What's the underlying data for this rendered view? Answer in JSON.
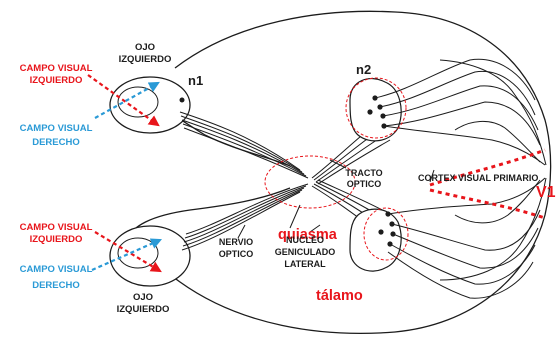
{
  "labels": {
    "ojo_izq_top_1": "OJO",
    "ojo_izq_top_2": "IZQUIERDO",
    "n1": "n1",
    "n2": "n2",
    "campo_izq_top_1": "CAMPO VISUAL",
    "campo_izq_top_2": "IZQUIERDO",
    "campo_der_top_1": "CAMPO VISUAL",
    "campo_der_top_2": "DERECHO",
    "tracto_1": "TRACTO",
    "tracto_2": "OPTICO",
    "cortex": "CORTEX VISUAL PRIMARIO",
    "v1": "V1",
    "campo_izq_bot_1": "CAMPO VISUAL",
    "campo_izq_bot_2": "IZQUIERDO",
    "campo_der_bot_1": "CAMPO VISUAL",
    "campo_der_bot_2": "DERECHO",
    "quiasma": "quiasma",
    "nervio_1": "NERVIO",
    "nervio_2": "OPTICO",
    "nucleo_1": "NUCLEO",
    "nucleo_2": "GENICULADO",
    "nucleo_3": "LATERAL",
    "talamo": "tálamo",
    "ojo_izq_bot_1": "OJO",
    "ojo_izq_bot_2": "IZQUIERDO"
  },
  "colors": {
    "red": "#e8151b",
    "blue": "#2a9ad6",
    "ink": "#1c1c1c"
  }
}
